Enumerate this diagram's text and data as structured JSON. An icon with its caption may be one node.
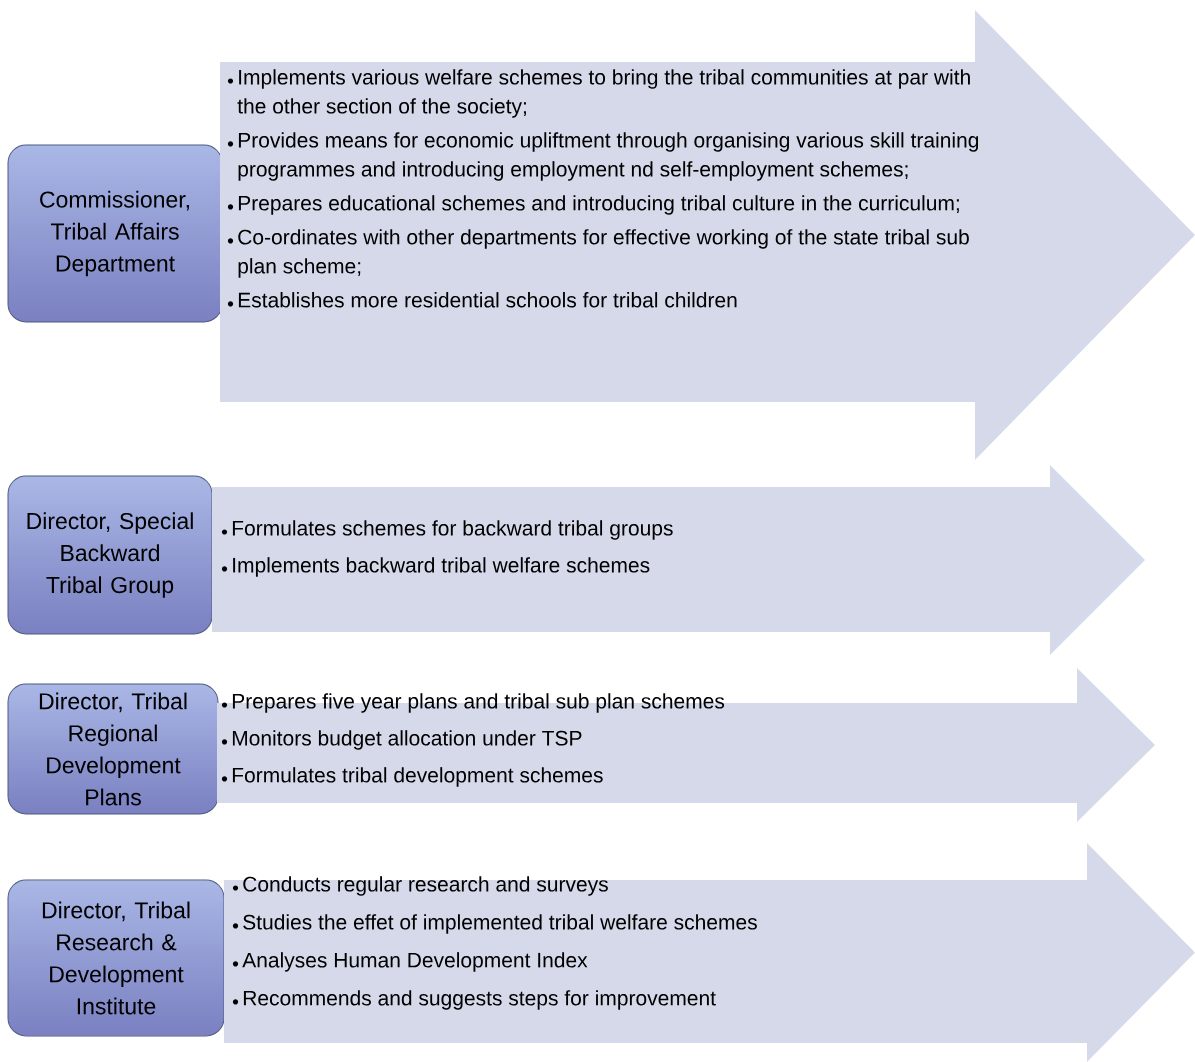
{
  "diagram": {
    "nodes": [
      {
        "text": [
          "Commissioner, Tribal Affairs Department"
        ]
      },
      {
        "text": [
          "Implements various welfare schemes to bring the tribal communities at par with the other section of the society;",
          "Provides means for economic upliftment through organising various skill training programmes and introducing employment nd self-employment schemes;",
          "Prepares educational schemes and introducing tribal culture in the curriculum;",
          "Co-ordinates with other departments for effective working of the state tribal sub plan scheme;",
          "Establishes more residential schools for tribal children"
        ]
      },
      {
        "text": [
          "Director, Special Backward Tribal Group"
        ]
      },
      {
        "text": [
          "Formulates schemes for backward tribal groups",
          "Implements backward tribal welfare schemes"
        ]
      },
      {
        "text": [
          "Director, Tribal Regional Development Plans"
        ]
      },
      {
        "text": [
          "Prepares five year plans and tribal sub plan schemes",
          "Monitors budget allocation under TSP",
          "Formulates tribal development schemes"
        ]
      },
      {
        "text": [
          "Director, Tribal Research & Development Institute"
        ]
      },
      {
        "text": [
          "Conducts regular research and surveys",
          "Studies the effet of implemented tribal welfare schemes",
          "Analyses Human Development Index",
          "Recommends and suggests steps for improvement"
        ]
      }
    ]
  }
}
